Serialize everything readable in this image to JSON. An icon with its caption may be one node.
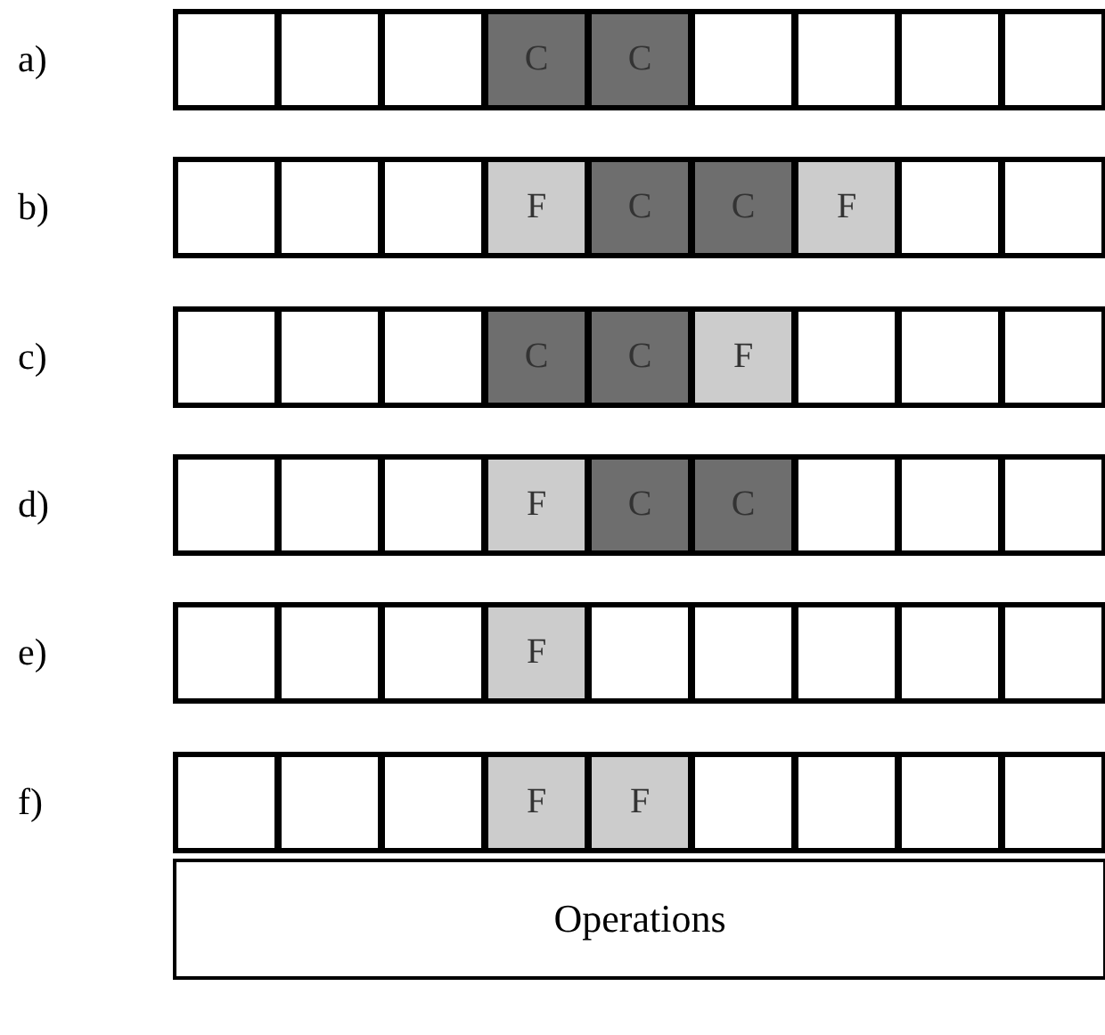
{
  "diagram": {
    "nodes": [
      {
        "text": [],
        "shape": "box"
      },
      {
        "text": [],
        "shape": "box"
      },
      {
        "text": [],
        "shape": "box"
      },
      {
        "text": [
          "C"
        ]
      },
      {
        "text": [
          "C"
        ]
      },
      {
        "text": [],
        "shape": "box"
      },
      {
        "text": [],
        "shape": "box"
      },
      {
        "text": [],
        "shape": "box"
      },
      {
        "text": [],
        "shape": "box"
      },
      {
        "text": [],
        "shape": "box"
      },
      {
        "text": [],
        "shape": "box"
      },
      {
        "text": [],
        "shape": "box"
      },
      {
        "text": [
          "F"
        ]
      },
      {
        "text": [
          "C"
        ]
      },
      {
        "text": [
          "C"
        ]
      },
      {
        "text": [
          "F"
        ]
      },
      {
        "text": [],
        "shape": "box"
      },
      {
        "text": [],
        "shape": "box"
      },
      {
        "text": [],
        "shape": "box"
      },
      {
        "text": [],
        "shape": "box"
      },
      {
        "text": [],
        "shape": "box"
      },
      {
        "text": [
          "C"
        ]
      },
      {
        "text": [
          "C"
        ]
      },
      {
        "text": [
          "F"
        ]
      },
      {
        "text": [],
        "shape": "box"
      },
      {
        "text": [],
        "shape": "box"
      },
      {
        "text": [],
        "shape": "box"
      },
      {
        "text": [],
        "shape": "box"
      },
      {
        "text": [],
        "shape": "box"
      },
      {
        "text": [],
        "shape": "box"
      },
      {
        "text": [
          "F"
        ]
      },
      {
        "text": [
          "C"
        ]
      },
      {
        "text": [
          "C"
        ]
      },
      {
        "text": [],
        "shape": "box"
      },
      {
        "text": [],
        "shape": "box"
      },
      {
        "text": [],
        "shape": "box"
      },
      {
        "text": [],
        "shape": "box"
      },
      {
        "text": [],
        "shape": "box"
      },
      {
        "text": [],
        "shape": "box"
      },
      {
        "text": [
          "F"
        ]
      },
      {
        "text": [],
        "shape": "box"
      },
      {
        "text": [],
        "shape": "box"
      },
      {
        "text": [],
        "shape": "box"
      },
      {
        "text": [],
        "shape": "box"
      },
      {
        "text": [],
        "shape": "box"
      },
      {
        "text": [],
        "shape": "box"
      },
      {
        "text": [],
        "shape": "box"
      },
      {
        "text": [],
        "shape": "box"
      },
      {
        "text": [
          "F"
        ]
      },
      {
        "text": [
          "F"
        ]
      },
      {
        "text": [],
        "shape": "box"
      },
      {
        "text": [],
        "shape": "box"
      },
      {
        "text": [],
        "shape": "box"
      },
      {
        "text": [],
        "shape": "box"
      },
      {
        "text": [
          "Operations"
        ]
      }
    ],
    "labels": [
      "a)",
      "b)",
      "c)",
      "d)",
      "e)",
      "f)"
    ]
  }
}
